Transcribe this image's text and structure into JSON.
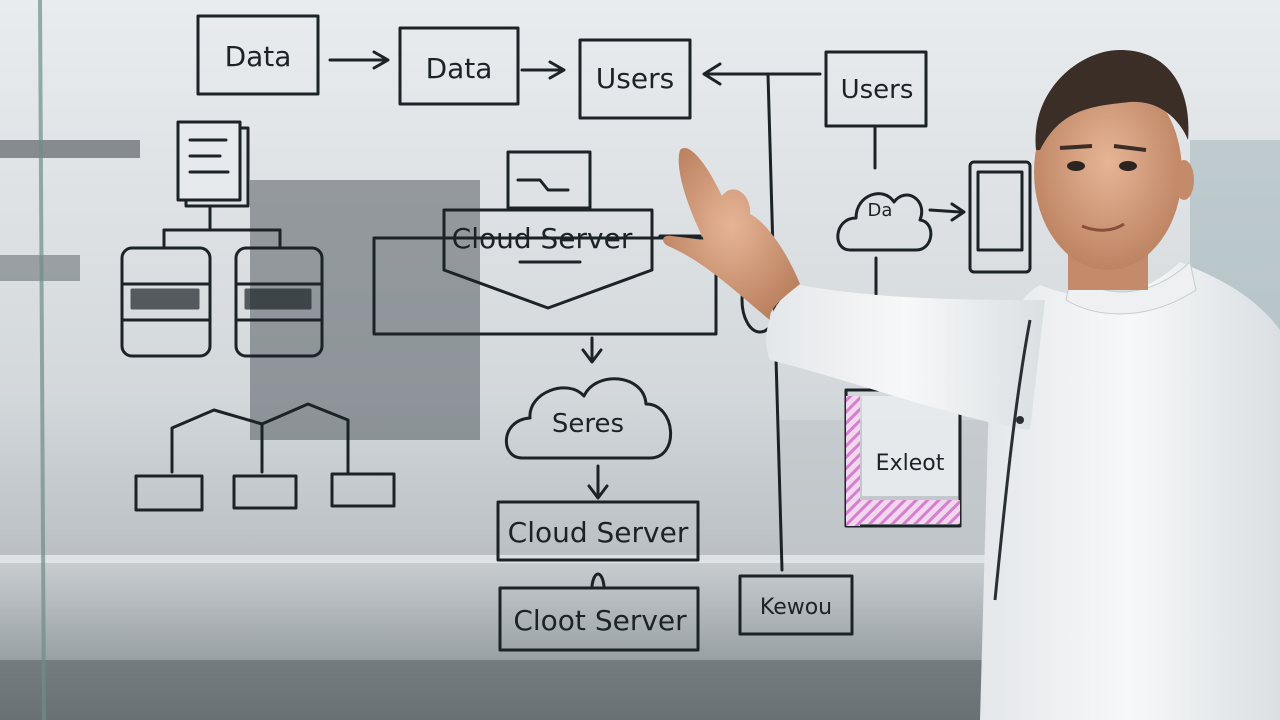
{
  "whiteboard": {
    "boxes": {
      "data_a": "Data",
      "data_b": "Data",
      "users_center": "Users",
      "users_right": "Users",
      "cloud_server_top": "Cloud Server",
      "cloud_bubble_small": "Da",
      "servers_cloud": "Seres",
      "cloud_server_mid": "Cloud Server",
      "cloud_server_bottom": "Cloot Server",
      "keyboard_box": "Kewou",
      "exceot_box": "Exleot"
    }
  },
  "colors": {
    "ink": "#1c2327",
    "coat": "#f4f5f6",
    "background": "#d9dde0",
    "accent_magenta": "#d67fcf"
  }
}
